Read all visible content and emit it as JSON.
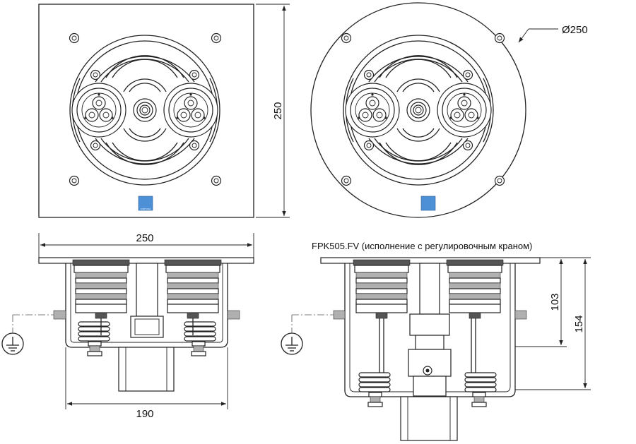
{
  "drawing": {
    "caption": "FPK505.FV (исполнение с регулировочным краном)",
    "logo_text": "FORTUNA",
    "dims": {
      "top_square_height": "250",
      "round_diameter": "Ø250",
      "side_width": "250",
      "side_base": "190",
      "valve_depth_a": "103",
      "valve_depth_b": "154"
    },
    "icons": [
      "ground-icon",
      "ground-icon"
    ]
  }
}
